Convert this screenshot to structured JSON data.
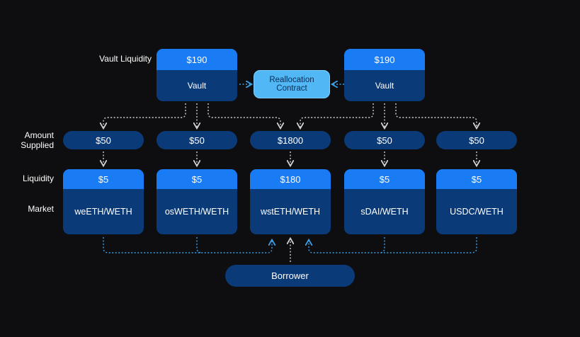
{
  "labels": {
    "vault_liquidity": "Vault Liquidity",
    "amount_supplied_line1": "Amount",
    "amount_supplied_line2": "Supplied",
    "liquidity": "Liquidity",
    "market": "Market"
  },
  "vaults": [
    {
      "liquidity": "$190",
      "name": "Vault"
    },
    {
      "liquidity": "$190",
      "name": "Vault"
    }
  ],
  "reallocation": {
    "line1": "Reallocation",
    "line2": "Contract"
  },
  "supplied": [
    "$50",
    "$50",
    "$1800",
    "$50",
    "$50"
  ],
  "markets": [
    {
      "liquidity": "$5",
      "name": "weETH/WETH"
    },
    {
      "liquidity": "$5",
      "name": "osWETH/WETH"
    },
    {
      "liquidity": "$180",
      "name": "wstETH/WETH"
    },
    {
      "liquidity": "$5",
      "name": "sDAI/WETH"
    },
    {
      "liquidity": "$5",
      "name": "USDC/WETH"
    }
  ],
  "borrower": "Borrower",
  "colors": {
    "background": "#0e0e10",
    "box_dark": "#0b3a78",
    "box_accent": "#1a7cf5",
    "contract": "#52b8f5",
    "arrow_white": "#cfcfcf",
    "arrow_blue": "#3aa0e8"
  }
}
